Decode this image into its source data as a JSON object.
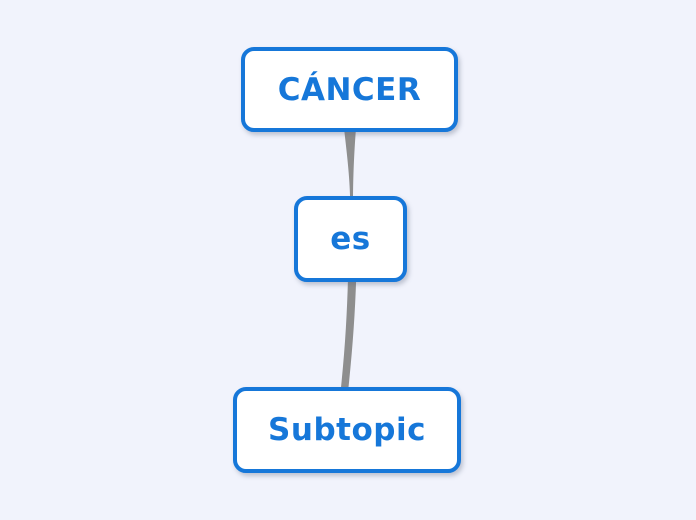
{
  "app": {
    "view": "mind-map-canvas"
  },
  "colors": {
    "canvas-bg": "#f1f3fc",
    "node-bg": "#ffffff",
    "node-border": "#1677d9",
    "node-text": "#1677d9",
    "connector": "#8e8e8e"
  },
  "nodes": [
    {
      "id": "root",
      "label": "CÁNCER"
    },
    {
      "id": "relation",
      "label": "es"
    },
    {
      "id": "subtopic",
      "label": "Subtopic"
    }
  ],
  "connectors": [
    {
      "from": "root",
      "to": "relation"
    },
    {
      "from": "relation",
      "to": "subtopic"
    }
  ]
}
